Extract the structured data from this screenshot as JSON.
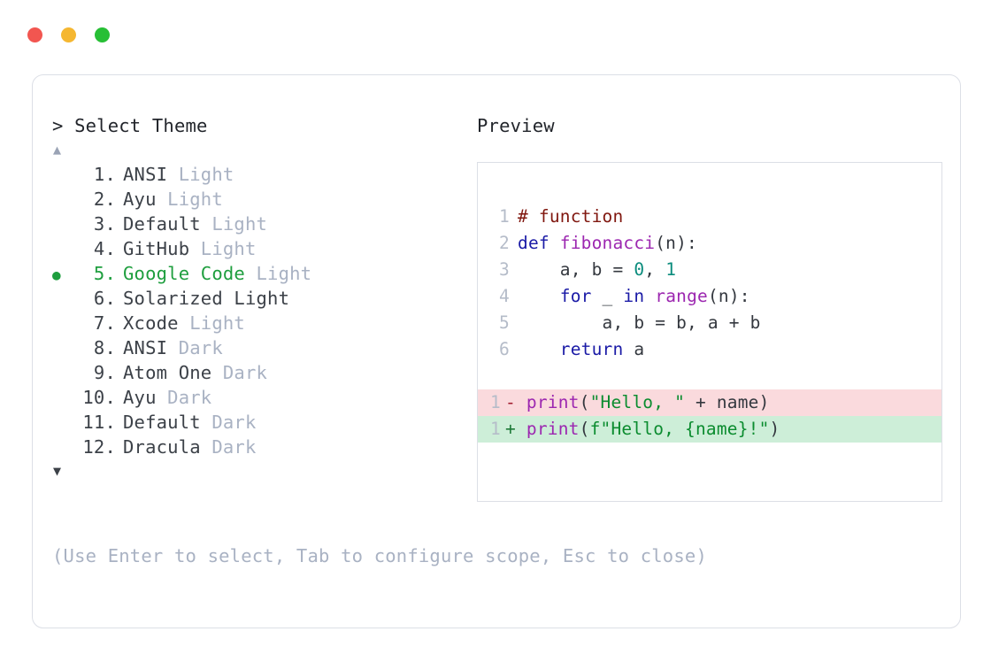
{
  "window": {
    "traffic_lights": [
      {
        "name": "close",
        "color": "#f25650"
      },
      {
        "name": "minimize",
        "color": "#f5b731"
      },
      {
        "name": "maximize",
        "color": "#27bf35"
      }
    ]
  },
  "left_panel": {
    "prompt_symbol": ">",
    "prompt_title": "Select Theme",
    "scroll_up_glyph": "▲",
    "scroll_down_glyph": "▼",
    "selected_index": 5,
    "selected_bullet": "●",
    "accent_color": "#1e9e3e",
    "items": [
      {
        "number": "1.",
        "name": "ANSI",
        "variant": " Light",
        "selected": false,
        "variant_muted": true
      },
      {
        "number": "2.",
        "name": "Ayu",
        "variant": " Light",
        "selected": false,
        "variant_muted": true
      },
      {
        "number": "3.",
        "name": "Default",
        "variant": " Light",
        "selected": false,
        "variant_muted": true
      },
      {
        "number": "4.",
        "name": "GitHub",
        "variant": " Light",
        "selected": false,
        "variant_muted": true
      },
      {
        "number": "5.",
        "name": "Google Code",
        "variant": " Light",
        "selected": true,
        "variant_muted": true
      },
      {
        "number": "6.",
        "name": "Solarized",
        "variant": " Light",
        "selected": false,
        "variant_muted": false
      },
      {
        "number": "7.",
        "name": "Xcode",
        "variant": " Light",
        "selected": false,
        "variant_muted": true
      },
      {
        "number": "8.",
        "name": "ANSI",
        "variant": " Dark",
        "selected": false,
        "variant_muted": true
      },
      {
        "number": "9.",
        "name": "Atom One",
        "variant": " Dark",
        "selected": false,
        "variant_muted": true
      },
      {
        "number": "10.",
        "name": "Ayu",
        "variant": " Dark",
        "selected": false,
        "variant_muted": true
      },
      {
        "number": "11.",
        "name": "Default",
        "variant": " Dark",
        "selected": false,
        "variant_muted": true
      },
      {
        "number": "12.",
        "name": "Dracula",
        "variant": " Dark",
        "selected": false,
        "variant_muted": true
      }
    ],
    "hint": "(Use Enter to select, Tab to configure scope, Esc to close)"
  },
  "right_panel": {
    "label": "Preview",
    "code_lines": [
      {
        "n": "1",
        "tokens": [
          {
            "t": "# function",
            "c": "t-comment"
          }
        ]
      },
      {
        "n": "2",
        "tokens": [
          {
            "t": "def ",
            "c": "t-kw"
          },
          {
            "t": "fibonacci",
            "c": "t-fn"
          },
          {
            "t": "(n):",
            "c": "t-plain"
          }
        ]
      },
      {
        "n": "3",
        "tokens": [
          {
            "t": "    a, b = ",
            "c": "t-plain"
          },
          {
            "t": "0",
            "c": "t-num"
          },
          {
            "t": ", ",
            "c": "t-plain"
          },
          {
            "t": "1",
            "c": "t-num"
          }
        ]
      },
      {
        "n": "4",
        "tokens": [
          {
            "t": "    ",
            "c": "t-plain"
          },
          {
            "t": "for",
            "c": "t-kw"
          },
          {
            "t": " _ ",
            "c": "t-plain"
          },
          {
            "t": "in",
            "c": "t-kw"
          },
          {
            "t": " ",
            "c": "t-plain"
          },
          {
            "t": "range",
            "c": "t-fn"
          },
          {
            "t": "(n):",
            "c": "t-plain"
          }
        ]
      },
      {
        "n": "5",
        "tokens": [
          {
            "t": "        a, b = b, a + b",
            "c": "t-plain"
          }
        ]
      },
      {
        "n": "6",
        "tokens": [
          {
            "t": "    ",
            "c": "t-plain"
          },
          {
            "t": "return",
            "c": "t-kw"
          },
          {
            "t": " a",
            "c": "t-plain"
          }
        ]
      }
    ],
    "diff_lines": [
      {
        "n": "1",
        "kind": "del",
        "sign": "-",
        "bg": "#fadadd",
        "tokens": [
          {
            "t": " ",
            "c": "t-plain"
          },
          {
            "t": "print",
            "c": "t-fn"
          },
          {
            "t": "(",
            "c": "t-plain"
          },
          {
            "t": "\"Hello, \"",
            "c": "t-str"
          },
          {
            "t": " + name)",
            "c": "t-plain"
          }
        ]
      },
      {
        "n": "1",
        "kind": "add",
        "sign": "+",
        "bg": "#cdeed8",
        "tokens": [
          {
            "t": " ",
            "c": "t-plain"
          },
          {
            "t": "print",
            "c": "t-fn"
          },
          {
            "t": "(",
            "c": "t-plain"
          },
          {
            "t": "f\"Hello, {name}!\"",
            "c": "t-str"
          },
          {
            "t": ")",
            "c": "t-plain"
          }
        ]
      }
    ]
  }
}
